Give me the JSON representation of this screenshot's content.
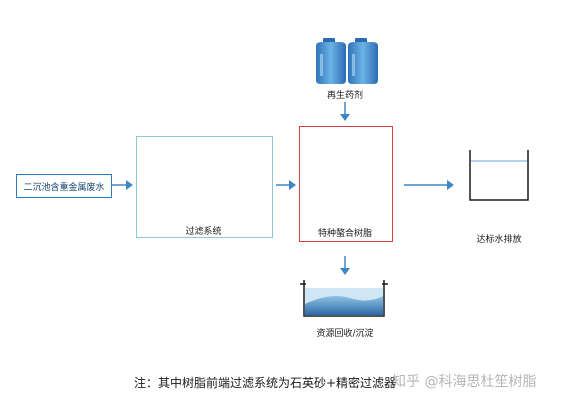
{
  "diagram": {
    "input_label": "二沉池含重金属废水",
    "filter_label": "过滤系统",
    "resin_label": "特种螯合树脂",
    "regen_label": "再生药剂",
    "recovery_label": "资源回收/沉淀",
    "discharge_label": "达标水排放"
  },
  "note": "注：其中树脂前端过滤系统为石英砂+精密过滤器",
  "watermark": "知乎 @科海思杜笙树脂",
  "colors": {
    "vessel": "#3f7fc2",
    "vessel_light": "#a9d8ef",
    "arrow": "#3f86c4",
    "red_box": "#d94040",
    "frame": "#8fc7d6"
  }
}
